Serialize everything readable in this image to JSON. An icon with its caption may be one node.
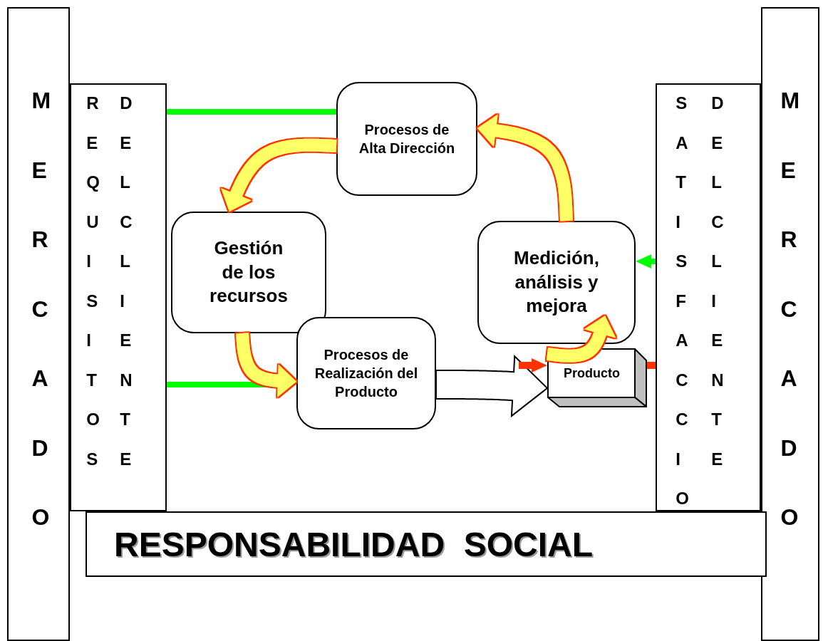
{
  "diagram": {
    "nodes": [
      {
        "text": [
          "MERCADO"
        ]
      },
      {
        "text": [
          "REQUISITOS",
          "DEL CLIENTE"
        ]
      },
      {
        "text": [
          "Procesos de Alta Dirección"
        ]
      },
      {
        "text": [
          "Gestión de los recursos"
        ]
      },
      {
        "text": [
          "Medición, análisis y mejora"
        ]
      },
      {
        "text": [
          "Procesos de Realización del Producto"
        ]
      },
      {
        "text": [
          "Producto"
        ]
      },
      {
        "text": [
          "SATISFACCION",
          "DEL CLIENTE"
        ]
      },
      {
        "text": [
          "MERCADO"
        ]
      },
      {
        "text": [
          "RESPONSABILIDAD  SOCIAL"
        ]
      }
    ],
    "edges": [
      {
        "from": 1,
        "to": 2,
        "arrow": "none",
        "color": "#00ff00"
      },
      {
        "from": 1,
        "to": 5,
        "arrow": "to",
        "color": "#00ff00"
      },
      {
        "from": 2,
        "to": 3,
        "arrow": "to",
        "style": "thick"
      },
      {
        "from": 3,
        "to": 5,
        "arrow": "to",
        "style": "thick"
      },
      {
        "from": 4,
        "to": 2,
        "arrow": "to",
        "style": "thick"
      },
      {
        "from": 5,
        "to": 6,
        "arrow": "to",
        "style": "thick",
        "color": "#ffffff"
      },
      {
        "from": 7,
        "to": 4,
        "arrow": "to",
        "color": "#00ff00"
      },
      {
        "from": null,
        "to": 6,
        "arrow": "to",
        "color": "#ff3300"
      },
      {
        "from": 6,
        "to": 7,
        "arrow": "none",
        "color": "#ff3300"
      },
      {
        "from": 6,
        "to": 4,
        "arrow": "to",
        "style": "thick"
      }
    ]
  }
}
